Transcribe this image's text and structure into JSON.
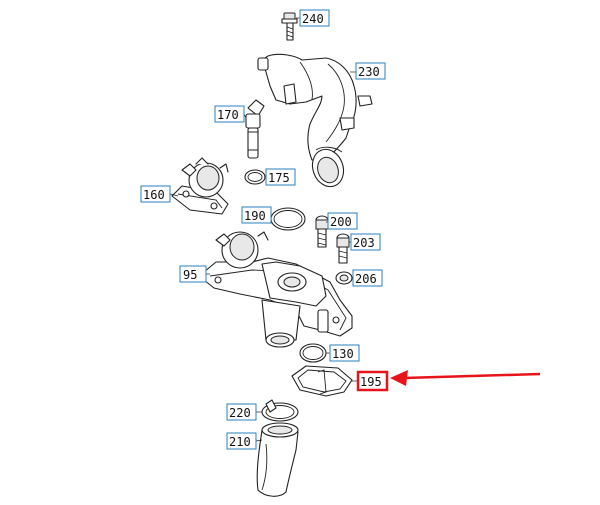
{
  "diagram": {
    "labels": [
      "240",
      "230",
      "170",
      "175",
      "160",
      "190",
      "200",
      "203",
      "95",
      "206",
      "130",
      "195",
      "220",
      "210"
    ],
    "highlighted_label": "195",
    "highlight_color": "#e8141b",
    "label_border_color": "#2a7fbf"
  }
}
